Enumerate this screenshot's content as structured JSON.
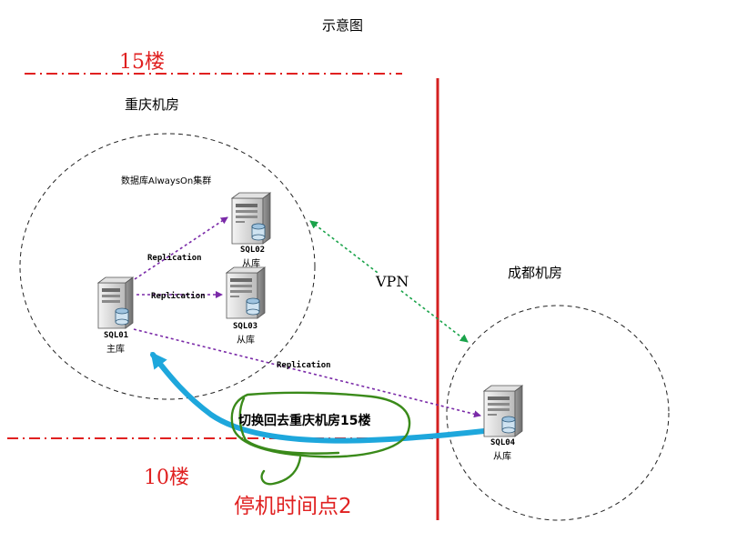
{
  "title": "示意图",
  "floors": {
    "upper": "15楼",
    "lower": "10楼"
  },
  "sites": {
    "chongqing": "重庆机房",
    "chengdu": "成都机房"
  },
  "cluster_label": "数据库AlwaysOn集群",
  "servers": {
    "sql01": {
      "name": "SQL01",
      "role": "主库"
    },
    "sql02": {
      "name": "SQL02",
      "role": "从库"
    },
    "sql03": {
      "name": "SQL03",
      "role": "从库"
    },
    "sql04": {
      "name": "SQL04",
      "role": "从库"
    }
  },
  "links": {
    "replication": "Replication",
    "vpn": "VPN"
  },
  "annotations": {
    "failover": "切换回去重庆机房15楼",
    "downtime": "停机时间点2"
  },
  "colors": {
    "floor_line": "#e02020",
    "divider": "#d42020",
    "replication": "#7a2aa8",
    "vpn": "#1aa34a",
    "failover_arrow": "#1ea7dc",
    "annotation_loop": "#3a8a1a",
    "downtime_text": "#e02020"
  }
}
